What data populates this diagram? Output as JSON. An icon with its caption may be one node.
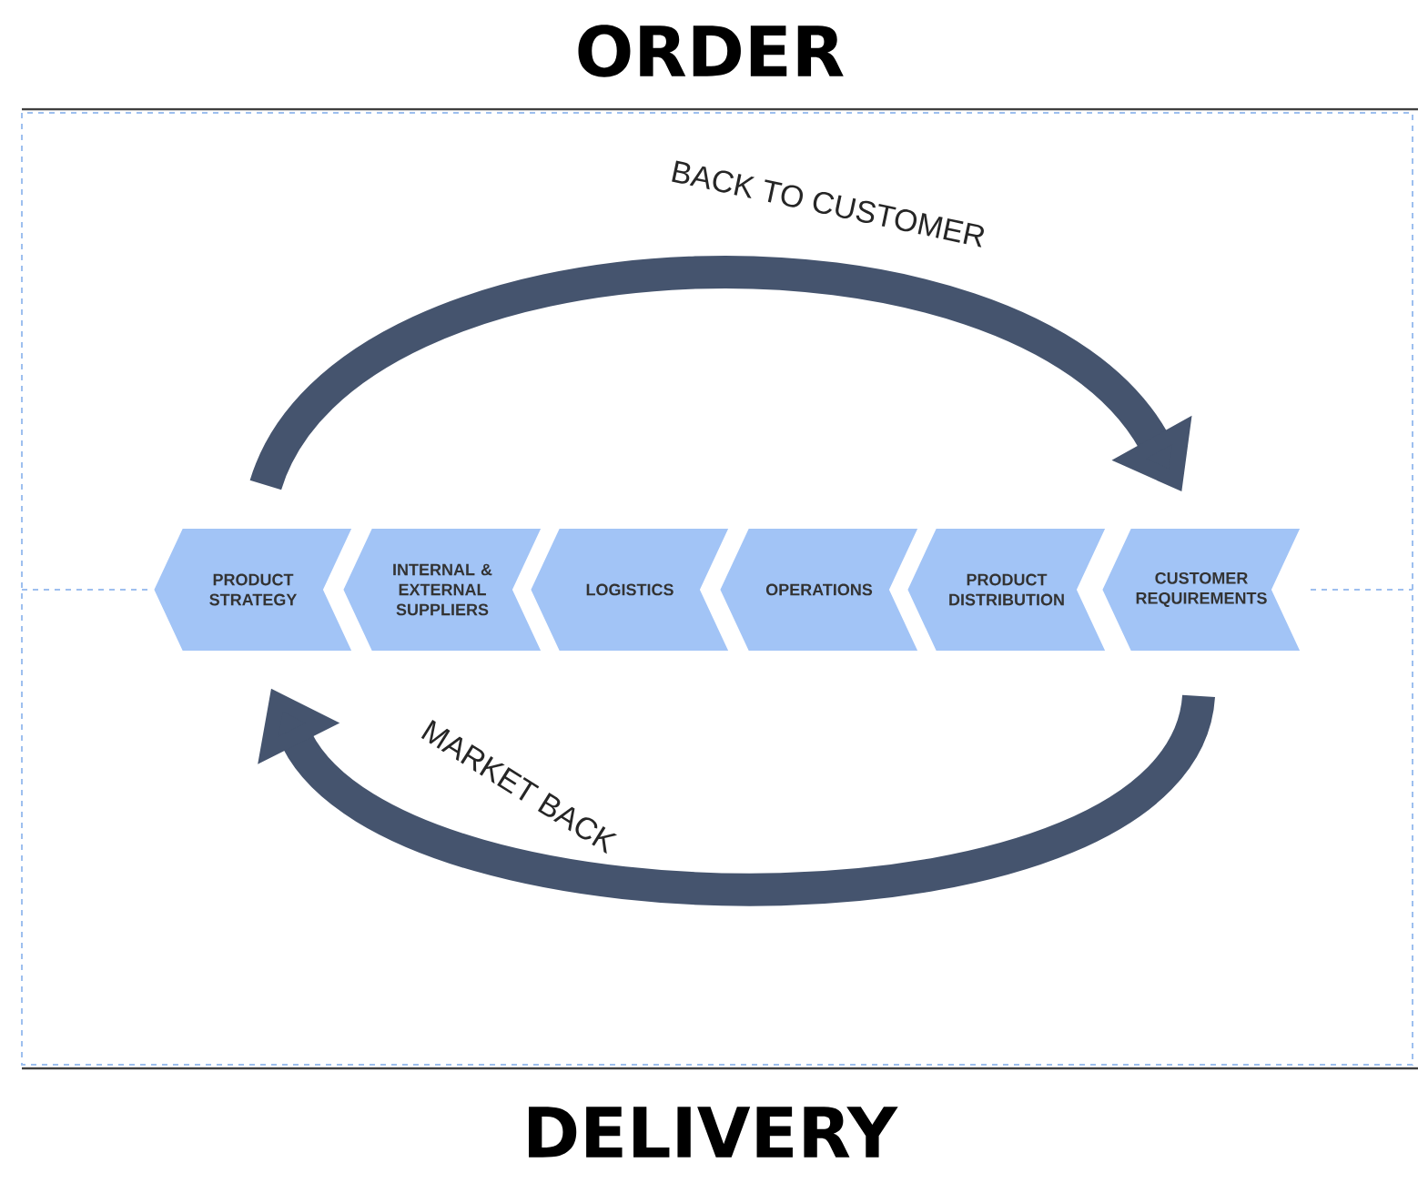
{
  "diagram": {
    "title": "ORDER",
    "caption": "DELIVERY",
    "nodes": [
      {
        "text": [
          "PRODUCT STRATEGY"
        ]
      },
      {
        "text": [
          "INTERNAL & EXTERNAL SUPPLIERS"
        ]
      },
      {
        "text": [
          "LOGISTICS"
        ]
      },
      {
        "text": [
          "OPERATIONS"
        ]
      },
      {
        "text": [
          "PRODUCT DISTRIBUTION"
        ]
      },
      {
        "text": [
          "CUSTOMER REQUIREMENTS"
        ]
      }
    ],
    "edges": [
      {
        "from": 0,
        "to": 5,
        "arrow": "to",
        "label": "BACK TO CUSTOMER"
      },
      {
        "from": 5,
        "to": 0,
        "arrow": "to",
        "label": "MARKET BACK"
      }
    ]
  }
}
